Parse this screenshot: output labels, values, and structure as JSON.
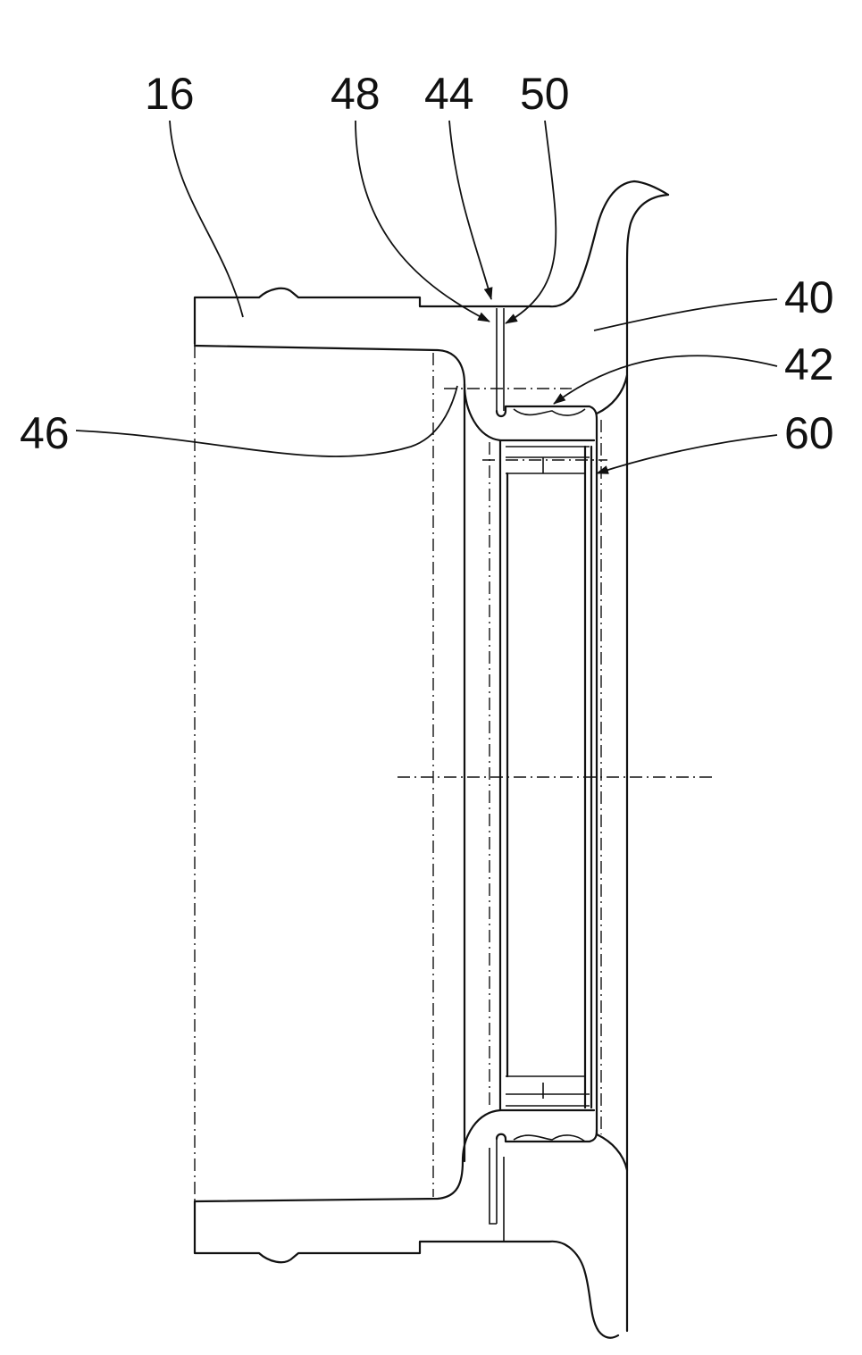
{
  "labels": {
    "l16": "16",
    "l48": "48",
    "l44": "44",
    "l50": "50",
    "l40": "40",
    "l42": "42",
    "l46": "46",
    "l60": "60"
  }
}
